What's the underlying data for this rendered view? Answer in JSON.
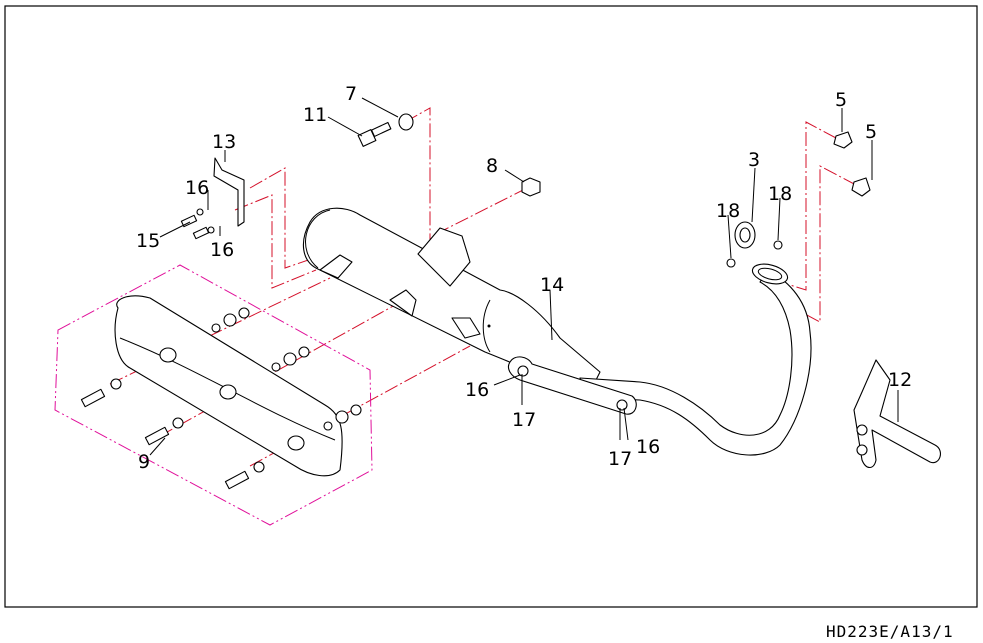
{
  "callouts": {
    "c3": "3",
    "c5a": "5",
    "c5b": "5",
    "c7": "7",
    "c8": "8",
    "c9": "9",
    "c11": "11",
    "c12": "12",
    "c13": "13",
    "c14": "14",
    "c15": "15",
    "c16a": "16",
    "c16b": "16",
    "c16c": "16",
    "c16d": "16",
    "c17a": "17",
    "c17b": "17",
    "c18a": "18",
    "c18b": "18"
  },
  "drawing_code": "HD223E/A13/1",
  "colors": {
    "frame": "#000000",
    "center_line_red": "#d4102a",
    "group_outline_magenta": "#e0109a"
  }
}
